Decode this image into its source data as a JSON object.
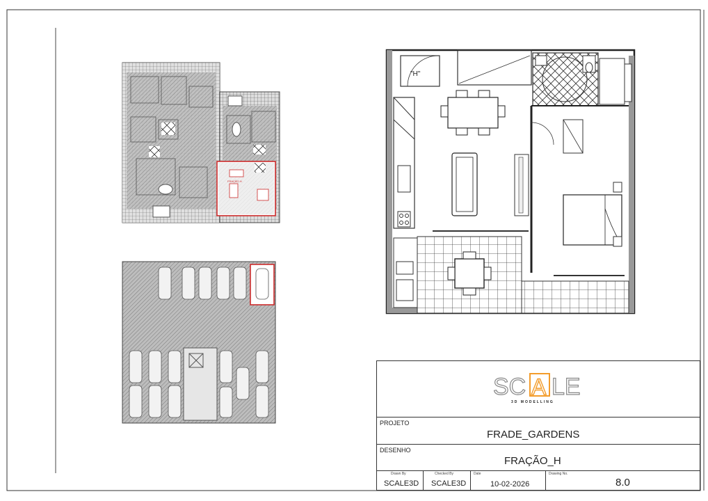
{
  "logo": {
    "letters": [
      "SC",
      "A",
      "LE"
    ],
    "tagline": "3D MODELLING"
  },
  "plan_labels": {
    "unit_tag": "\"H\"",
    "mini_tag": "FRAÇÃO H"
  },
  "title_block": {
    "projeto_label": "PROJETO",
    "projeto_value": "FRADE_GARDENS",
    "desenho_label": "DESENHO",
    "desenho_value": "FRAÇÃO_H",
    "drawn_by_label": "Drawn By",
    "drawn_by_value": "SCALE3D",
    "checked_by_label": "Checked By",
    "checked_by_value": "SCALE3D",
    "date_label": "Date",
    "date_value": "10-02-2026",
    "drawing_no_label": "Drawing No.",
    "drawing_no_value": "8.0"
  },
  "colors": {
    "highlight": "#cc2b2b",
    "accent": "#f39c2b",
    "hatch": "#9a9a9a",
    "line": "#333333"
  }
}
